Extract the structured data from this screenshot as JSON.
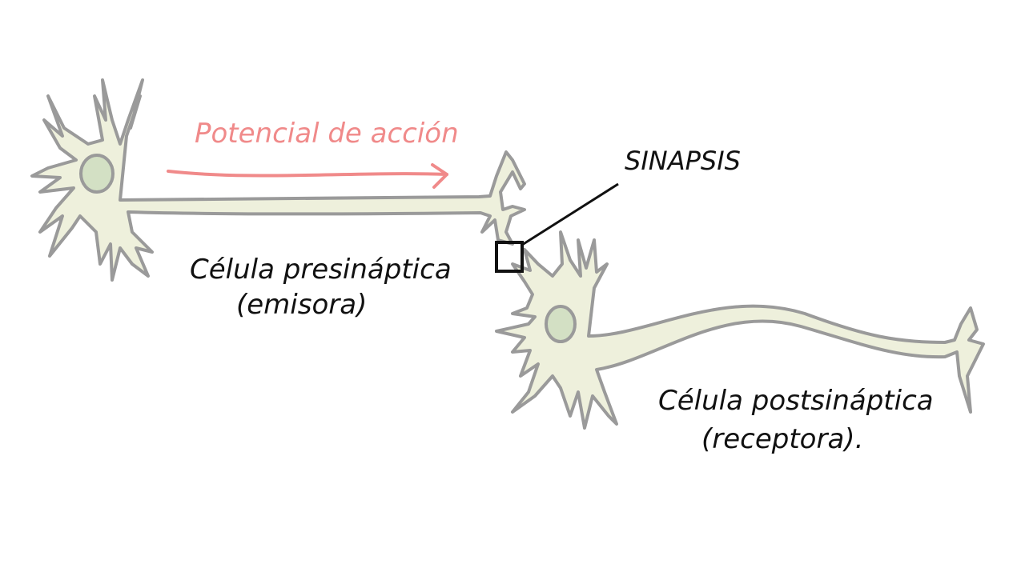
{
  "labels": {
    "action_potential": "Potencial de acción",
    "synapse": "SINAPSIS",
    "presynaptic_line1": "Célula presináptica",
    "presynaptic_line2": "(emisora)",
    "postsynaptic_line1": "Célula postsináptica",
    "postsynaptic_line2": "(receptora)."
  },
  "colors": {
    "cell_fill": "#eef0dc",
    "cell_outline": "#9a9a9a",
    "nucleus_fill": "#d3e0c4",
    "arrow": "#f08a8a",
    "text": "#111111"
  }
}
